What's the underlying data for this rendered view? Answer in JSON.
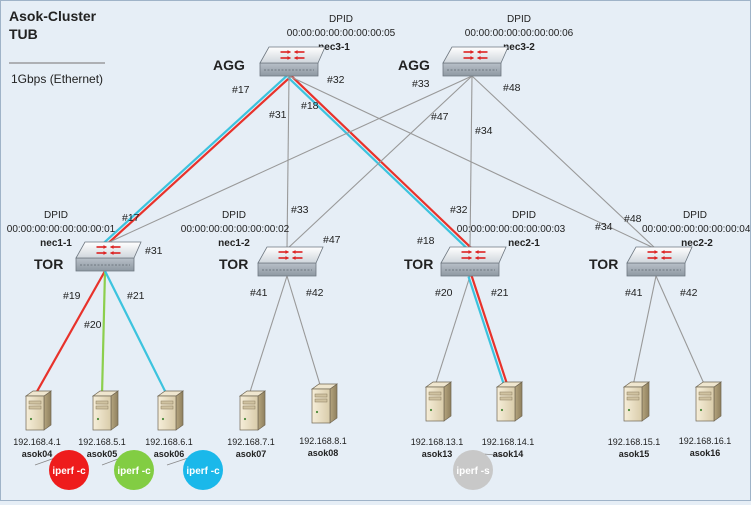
{
  "header": {
    "title_line1": "Asok-Cluster",
    "title_line2": "TUB",
    "legend": "1Gbps (Ethernet)"
  },
  "dpid_label": "DPID",
  "colors": {
    "link_gray": "#999999",
    "path_red": "#e8322b",
    "path_cyan": "#3cc3de",
    "path_green": "#8ccf4d",
    "iperf_red": "#ee1c1c",
    "iperf_green": "#82cd43",
    "iperf_cyan": "#1ab8ea",
    "iperf_gray": "#c8c8c8"
  },
  "switches": [
    {
      "id": "nec3-1",
      "name": "nec3-1",
      "role": "AGG",
      "dpid": "00:00:00:00:00:00:00:05"
    },
    {
      "id": "nec3-2",
      "name": "nec3-2",
      "role": "AGG",
      "dpid": "00:00:00:00:00:00:00:06"
    },
    {
      "id": "nec1-1",
      "name": "nec1-1",
      "role": "TOR",
      "dpid": "00:00:00:00:00:00:00:01"
    },
    {
      "id": "nec1-2",
      "name": "nec1-2",
      "role": "TOR",
      "dpid": "00:00:00:00:00:00:00:02"
    },
    {
      "id": "nec2-1",
      "name": "nec2-1",
      "role": "TOR",
      "dpid": "00:00:00:00:00:00:00:03"
    },
    {
      "id": "nec2-2",
      "name": "nec2-2",
      "role": "TOR",
      "dpid": "00:00:00:00:00:00:00:04"
    }
  ],
  "hosts": [
    {
      "id": "asok04",
      "name": "asok04",
      "ip": "192.168.4.1"
    },
    {
      "id": "asok05",
      "name": "asok05",
      "ip": "192.168.5.1"
    },
    {
      "id": "asok06",
      "name": "asok06",
      "ip": "192.168.6.1"
    },
    {
      "id": "asok07",
      "name": "asok07",
      "ip": "192.168.7.1"
    },
    {
      "id": "asok08",
      "name": "asok08",
      "ip": "192.168.8.1"
    },
    {
      "id": "asok13",
      "name": "asok13",
      "ip": "192.168.13.1"
    },
    {
      "id": "asok14",
      "name": "asok14",
      "ip": "192.168.14.1"
    },
    {
      "id": "asok15",
      "name": "asok15",
      "ip": "192.168.15.1"
    },
    {
      "id": "asok16",
      "name": "asok16",
      "ip": "192.168.16.1"
    }
  ],
  "links": [
    {
      "a": "nec3-1",
      "b": "nec1-1",
      "style": "red-cyan"
    },
    {
      "a": "nec3-1",
      "b": "nec2-1",
      "style": "red-cyan"
    },
    {
      "a": "nec3-1",
      "b": "nec1-2",
      "style": "gray"
    },
    {
      "a": "nec3-1",
      "b": "nec2-2",
      "style": "gray"
    },
    {
      "a": "nec3-2",
      "b": "nec1-1",
      "style": "gray"
    },
    {
      "a": "nec3-2",
      "b": "nec1-2",
      "style": "gray"
    },
    {
      "a": "nec3-2",
      "b": "nec2-1",
      "style": "gray"
    },
    {
      "a": "nec3-2",
      "b": "nec2-2",
      "style": "gray"
    },
    {
      "a": "nec1-1",
      "b": "asok04",
      "style": "red"
    },
    {
      "a": "nec1-1",
      "b": "asok05",
      "style": "green"
    },
    {
      "a": "nec1-1",
      "b": "asok06",
      "style": "cyan"
    },
    {
      "a": "nec1-2",
      "b": "asok07",
      "style": "gray"
    },
    {
      "a": "nec1-2",
      "b": "asok08",
      "style": "gray"
    },
    {
      "a": "nec2-1",
      "b": "asok13",
      "style": "gray"
    },
    {
      "a": "nec2-1",
      "b": "asok14",
      "style": "red-cyan"
    },
    {
      "a": "nec2-2",
      "b": "asok15",
      "style": "gray"
    },
    {
      "a": "nec2-2",
      "b": "asok16",
      "style": "gray"
    }
  ],
  "ports": [
    "#17",
    "#18",
    "#31",
    "#32",
    "#33",
    "#34",
    "#47",
    "#48",
    "#17",
    "#31",
    "#19",
    "#20",
    "#21",
    "#33",
    "#47",
    "#41",
    "#42",
    "#32",
    "#18",
    "#20",
    "#21",
    "#34",
    "#48",
    "#41",
    "#42"
  ],
  "iperf": [
    {
      "host": "asok04",
      "label": "iperf -c",
      "color": "#ee1c1c"
    },
    {
      "host": "asok05",
      "label": "iperf -c",
      "color": "#82cd43"
    },
    {
      "host": "asok06",
      "label": "iperf -c",
      "color": "#1ab8ea"
    },
    {
      "host": "asok14",
      "label": "iperf -s",
      "color": "#c8c8c8"
    }
  ]
}
